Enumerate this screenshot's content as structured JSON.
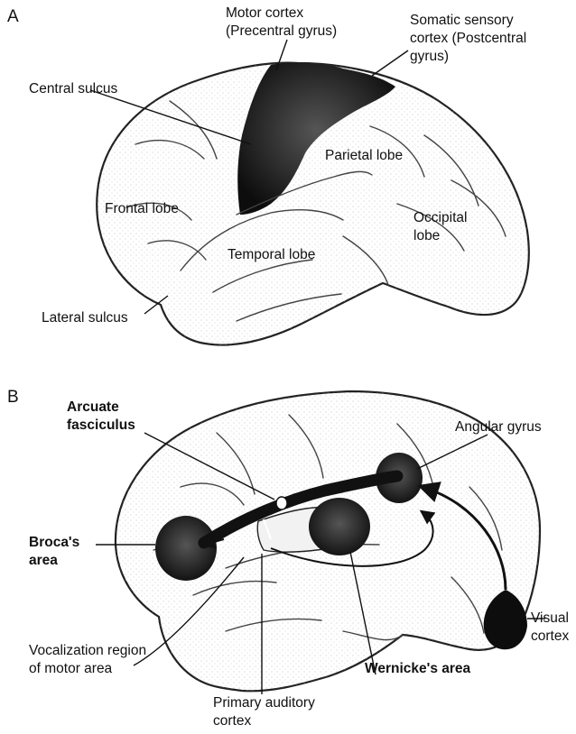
{
  "panel_a": {
    "letter": "A",
    "labels": {
      "motor_cortex_1": "Motor cortex",
      "motor_cortex_2": "(Precentral gyrus)",
      "somatic_1": "Somatic sensory",
      "somatic_2": "cortex (Postcentral",
      "somatic_3": "gyrus)",
      "central_sulcus": "Central sulcus",
      "parietal_lobe": "Parietal lobe",
      "frontal_lobe": "Frontal lobe",
      "occipital_1": "Occipital",
      "occipital_2": "lobe",
      "temporal_lobe": "Temporal lobe",
      "lateral_sulcus": "Lateral sulcus"
    }
  },
  "panel_b": {
    "letter": "B",
    "labels": {
      "arcuate_1": "Arcuate",
      "arcuate_2": "fasciculus",
      "angular_gyrus": "Angular gyrus",
      "brocas_1": "Broca's",
      "brocas_2": "area",
      "visual_1": "Visual",
      "visual_2": "cortex",
      "vocal_1": "Vocalization region",
      "vocal_2": "of motor area",
      "wernickes": "Wernicke's area",
      "auditory_1": "Primary auditory",
      "auditory_2": "cortex"
    }
  },
  "colors": {
    "region_fill": "#1a1a1a",
    "outline": "#222222",
    "background": "#ffffff"
  }
}
